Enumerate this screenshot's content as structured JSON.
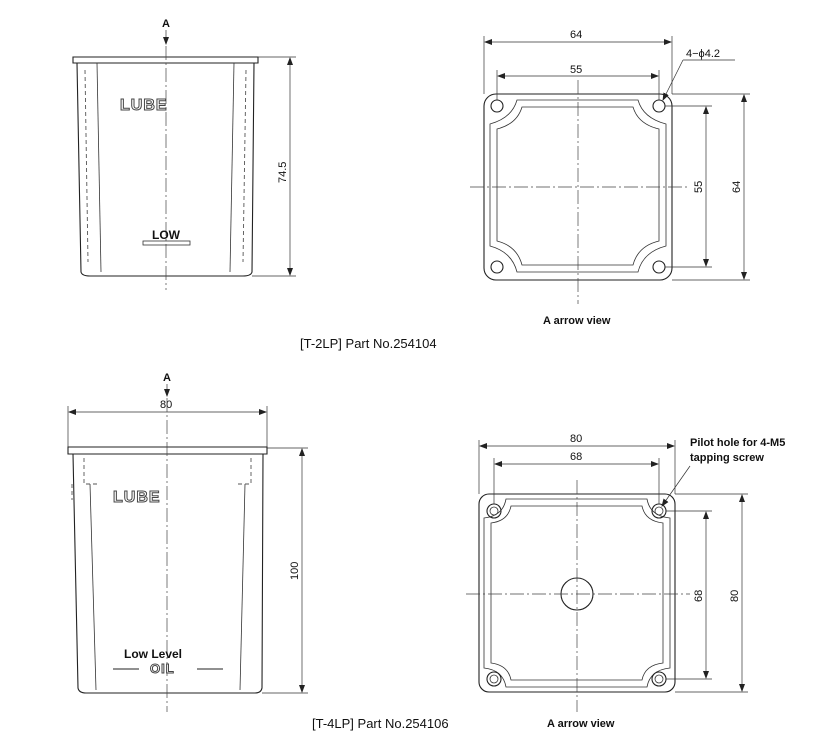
{
  "t2lp": {
    "caption": "[T-2LP] Part No.254104",
    "arrow_label": "A",
    "logo": "LUBE",
    "low_mark": "LOW",
    "height_dim": "74.5",
    "top_view": {
      "outer_width_dim": "64",
      "hole_pitch_dim": "55",
      "hole_note": "4−ϕ4.2",
      "vertical_pitch_dim": "55",
      "vertical_outer_dim": "64",
      "view_label": "A arrow view"
    }
  },
  "t4lp": {
    "caption": "[T-4LP] Part No.254106",
    "arrow_label": "A",
    "logo": "LUBE",
    "width_dim": "80",
    "height_dim": "100",
    "low_level_label": "Low Level",
    "oil_label": "OIL",
    "top_view": {
      "outer_width_dim": "80",
      "hole_pitch_dim": "68",
      "hole_note_line1": "Pilot hole for 4-M5",
      "hole_note_line2": "tapping screw",
      "vertical_pitch_dim": "68",
      "vertical_outer_dim": "80",
      "view_label": "A arrow view"
    }
  }
}
